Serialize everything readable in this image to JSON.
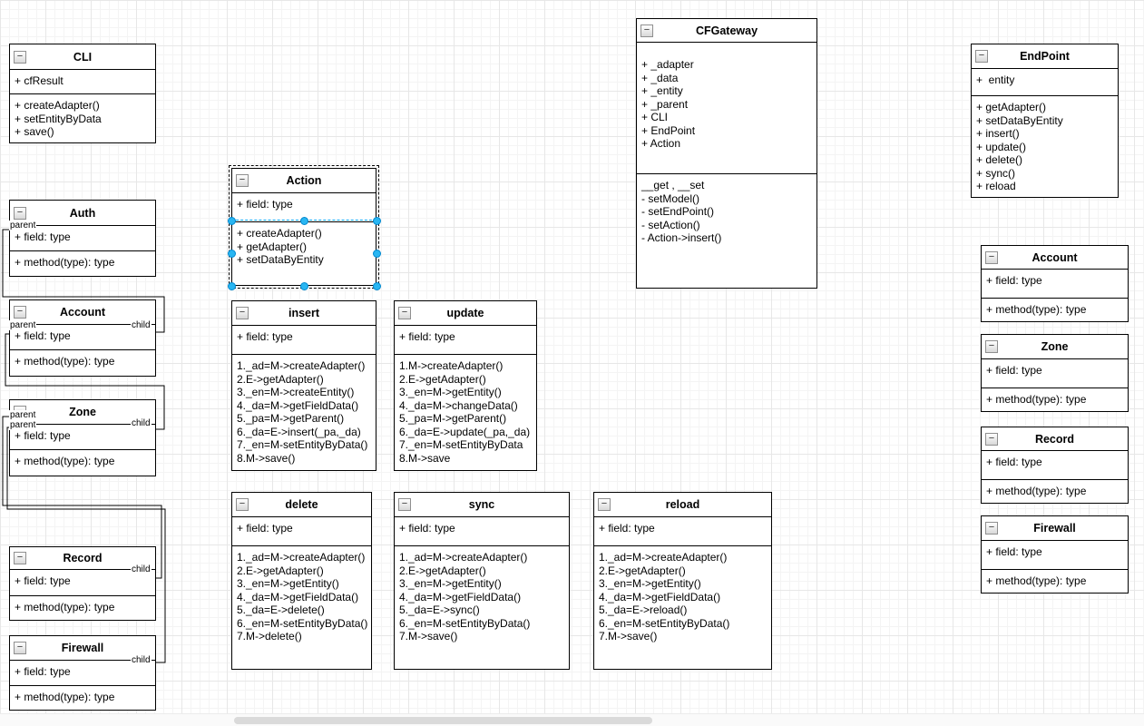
{
  "icons": {
    "collapse": "−"
  },
  "colors": {
    "box_border": "#000000",
    "selection_outline": "#000000",
    "selection_child_outline": "#00a8ff",
    "selection_handle": "#29b6f2",
    "grid_minor": "#f4f4f4",
    "grid_major": "#e7e7e7"
  },
  "edge_labels": {
    "auth_parent": "parent",
    "account_parent": "parent",
    "account_child": "child",
    "zone_parent_1": "parent",
    "zone_parent_2": "parent",
    "zone_child": "child",
    "record_child": "child",
    "firewall_child": "child"
  },
  "classes": {
    "cli": {
      "title": "CLI",
      "fields": [
        "+ cfResult"
      ],
      "methods": [
        "+ createAdapter()",
        "+ setEntityByData",
        "+ save()"
      ]
    },
    "auth": {
      "title": "Auth",
      "fields": [
        "+ field: type"
      ],
      "methods": [
        "+ method(type): type"
      ]
    },
    "account_left": {
      "title": "Account",
      "fields": [
        "+ field: type"
      ],
      "methods": [
        "+ method(type): type"
      ]
    },
    "zone_left": {
      "title": "Zone",
      "fields": [
        "+ field: type"
      ],
      "methods": [
        "+ method(type): type"
      ]
    },
    "record_left": {
      "title": "Record",
      "fields": [
        "+ field: type"
      ],
      "methods": [
        "+ method(type): type"
      ]
    },
    "firewall_left": {
      "title": "Firewall",
      "fields": [
        "+ field: type"
      ],
      "methods": [
        "+ method(type): type"
      ]
    },
    "action": {
      "title": "Action",
      "fields": [
        "+ field: type"
      ],
      "methods": [
        "+ createAdapter()",
        "+ getAdapter()",
        "+ setDataByEntity"
      ]
    },
    "insert": {
      "title": "insert",
      "fields": [
        "+ field: type"
      ],
      "methods": [
        "1._ad=M->createAdapter()",
        "2.E->getAdapter()",
        "3._en=M->createEntity()",
        "4._da=M->getFieldData()",
        "5._pa=M->getParent()",
        "6._da=E->insert(_pa,_da)",
        "7._en=M-setEntityByData()",
        "8.M->save()"
      ]
    },
    "update": {
      "title": "update",
      "fields": [
        "+ field: type"
      ],
      "methods": [
        "1.M->createAdapter()",
        "2.E->getAdapter()",
        "3._en=M->getEntity()",
        "4._da=M->changeData()",
        "5._pa=M->getParent()",
        "6._da=E->update(_pa,_da)",
        "7._en=M-setEntityByData",
        "8.M->save"
      ]
    },
    "delete": {
      "title": "delete",
      "fields": [
        "+ field: type"
      ],
      "methods": [
        "1._ad=M->createAdapter()",
        "2.E->getAdapter()",
        "3._en=M->getEntity()",
        "4._da=M->getFieldData()",
        "5._da=E->delete()",
        "6._en=M-setEntityByData()",
        "7.M->delete()"
      ]
    },
    "sync": {
      "title": "sync",
      "fields": [
        "+ field: type"
      ],
      "methods": [
        "1._ad=M->createAdapter()",
        "2.E->getAdapter()",
        "3._en=M->getEntity()",
        "4._da=M->getFieldData()",
        "5._da=E->sync()",
        "6._en=M-setEntityByData()",
        "7.M->save()"
      ]
    },
    "reload": {
      "title": "reload",
      "fields": [
        "+ field: type"
      ],
      "methods": [
        "1._ad=M->createAdapter()",
        "2.E->getAdapter()",
        "3._en=M->getEntity()",
        "4._da=M->getFieldData()",
        "5._da=E->reload()",
        "6._en=M-setEntityByData()",
        "7.M->save()"
      ]
    },
    "cfgateway": {
      "title": "CFGateway",
      "fields": [
        "+ _adapter",
        "+ _data",
        "+ _entity",
        "+ _parent",
        "+ CLI",
        "+ EndPoint",
        "+ Action"
      ],
      "methods": [
        "__get , __set",
        "- setModel()",
        "- setEndPoint()",
        "- setAction()",
        "- Action->insert()"
      ]
    },
    "endpoint": {
      "title": "EndPoint",
      "fields": [
        "+  entity"
      ],
      "methods": [
        "+ getAdapter()",
        "+ setDataByEntity",
        "+ insert()",
        "+ update()",
        "+ delete()",
        "+ sync()",
        "+ reload"
      ]
    },
    "account_right": {
      "title": "Account",
      "fields": [
        "+ field: type"
      ],
      "methods": [
        "+ method(type): type"
      ]
    },
    "zone_right": {
      "title": "Zone",
      "fields": [
        "+ field: type"
      ],
      "methods": [
        "+ method(type): type"
      ]
    },
    "record_right": {
      "title": "Record",
      "fields": [
        "+ field: type"
      ],
      "methods": [
        "+ method(type): type"
      ]
    },
    "firewall_right": {
      "title": "Firewall",
      "fields": [
        "+ field: type"
      ],
      "methods": [
        "+ method(type): type"
      ]
    }
  }
}
